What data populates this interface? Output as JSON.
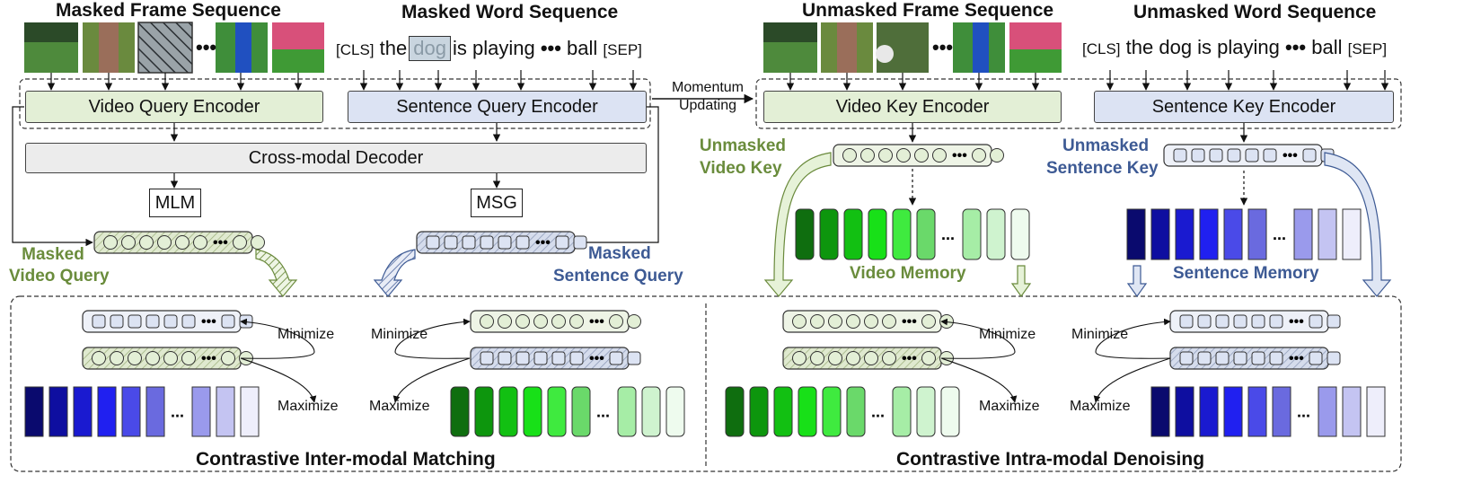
{
  "titles": {
    "masked_frame_seq": "Masked Frame Sequence",
    "masked_word_seq": "Masked Word Sequence",
    "unmasked_frame_seq": "Unmasked Frame Sequence",
    "unmasked_word_seq": "Unmasked Word Sequence"
  },
  "masked_words": {
    "cls": "[CLS]",
    "the": "the",
    "masked": "dog",
    "rest": "is playing",
    "dots": "•••",
    "ball": "ball",
    "sep": "[SEP]"
  },
  "unmasked_words": {
    "cls": "[CLS]",
    "text": "the dog is playing",
    "dots": "•••",
    "ball": "ball",
    "sep": "[SEP]"
  },
  "frame_dots": "•••",
  "encoders": {
    "video_query": "Video Query Encoder",
    "sentence_query": "Sentence Query Encoder",
    "video_key": "Video Key Encoder",
    "sentence_key": "Sentence Key Encoder"
  },
  "momentum": {
    "line1": "Momentum",
    "line2": "Updating"
  },
  "decoder": "Cross-modal Decoder",
  "heads": {
    "mlm": "MLM",
    "msg": "MSG"
  },
  "labels": {
    "masked_video_query_1": "Masked",
    "masked_video_query_2": "Video Query",
    "masked_sentence_query_1": "Masked",
    "masked_sentence_query_2": "Sentence Query",
    "unmasked_video_key_1": "Unmasked",
    "unmasked_video_key_2": "Video Key",
    "unmasked_sentence_key_1": "Unmasked",
    "unmasked_sentence_key_2": "Sentence Key"
  },
  "memory": {
    "video": "Video Memory",
    "sentence": "Sentence Memory"
  },
  "ops": {
    "minimize": "Minimize",
    "maximize": "Maximize"
  },
  "sections": {
    "inter": "Contrastive Inter-modal Matching",
    "intra": "Contrastive Intra-modal Denoising"
  },
  "colors": {
    "green_fill": "#e3efd6",
    "blue_fill": "#dce3f3",
    "green_label": "#6a8c3c",
    "blue_label": "#3d5a94",
    "blue_mem": [
      "#0a0a6e",
      "#0e0ea0",
      "#1a1ad0",
      "#2020f0",
      "#4a4ae8",
      "#6a6adf",
      "#9a9aec",
      "#c4c4f2",
      "#eeeefb"
    ],
    "green_mem": [
      "#0f6e0f",
      "#0d960d",
      "#12c012",
      "#18e018",
      "#3fea3f",
      "#6ad96a",
      "#a6eda6",
      "#cff3cf",
      "#eefbee"
    ]
  }
}
